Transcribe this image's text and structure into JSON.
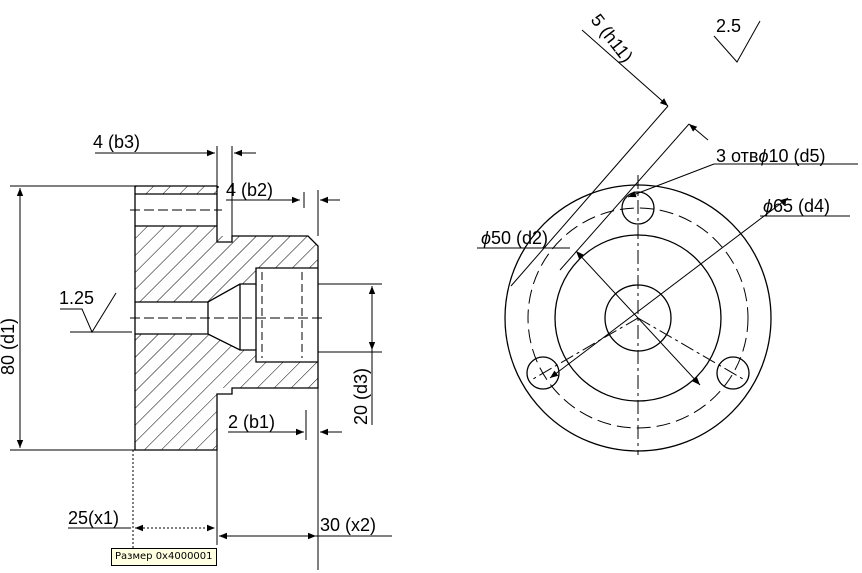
{
  "dimensions": {
    "b3": "4 (b3)",
    "b2": "4 (b2)",
    "roughness_hole": "1.25",
    "d1": "80  (d1)",
    "d3": "20 (d3)",
    "b1": "2 (b1)",
    "x1": "25(x1)",
    "x2": "30 (x2)",
    "h11": "5 (h11)",
    "roughness_top": "2.5",
    "d5_prefix": "3 отв",
    "d5_value": "10 (d5)",
    "d4_value": "65 (d4)",
    "d2_value": "50 (d2)",
    "diameter_symbol": "ϕ"
  },
  "tooltip": {
    "text": "Размер 0x4000001"
  }
}
